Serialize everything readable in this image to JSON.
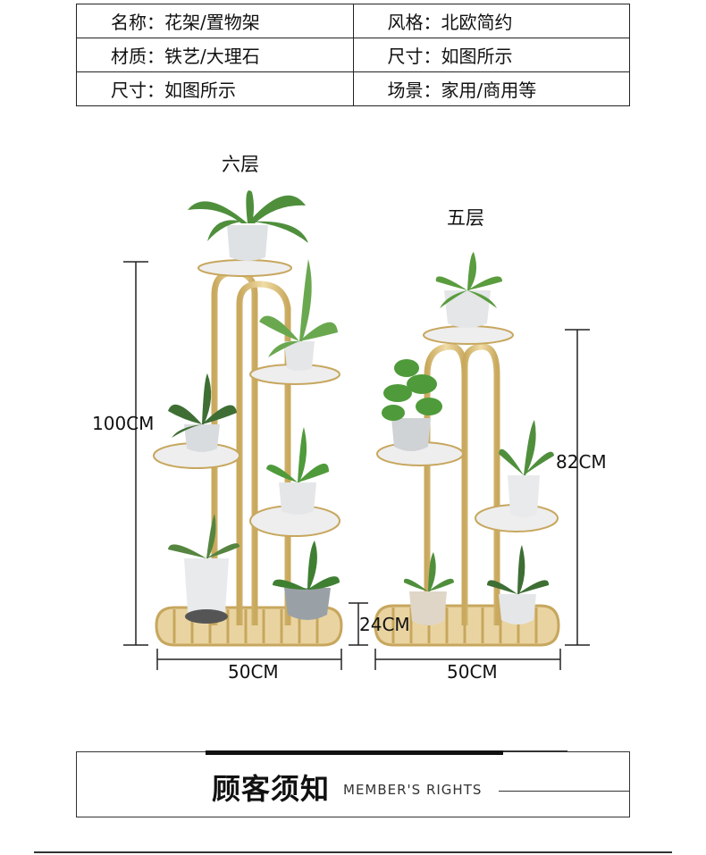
{
  "specs": {
    "rows": [
      [
        "名称：花架/置物架",
        "风格：北欧简约"
      ],
      [
        "材质：铁艺/大理石",
        "尺寸：如图所示"
      ],
      [
        "尺寸：如图所示",
        "场景：家用/商用等"
      ]
    ]
  },
  "products": {
    "six_tier": {
      "label": "六层",
      "height": "100CM",
      "width": "50CM",
      "base_height": "24CM"
    },
    "five_tier": {
      "label": "五层",
      "height": "82CM",
      "width": "50CM"
    }
  },
  "colors": {
    "gold": "#d9bf7f",
    "marble": "#eeeeee",
    "pot": "#e3e6e8",
    "leaf": "#4a8a3a"
  },
  "banner": {
    "title_cn": "顾客须知",
    "title_en": "MEMBER'S RIGHTS"
  }
}
